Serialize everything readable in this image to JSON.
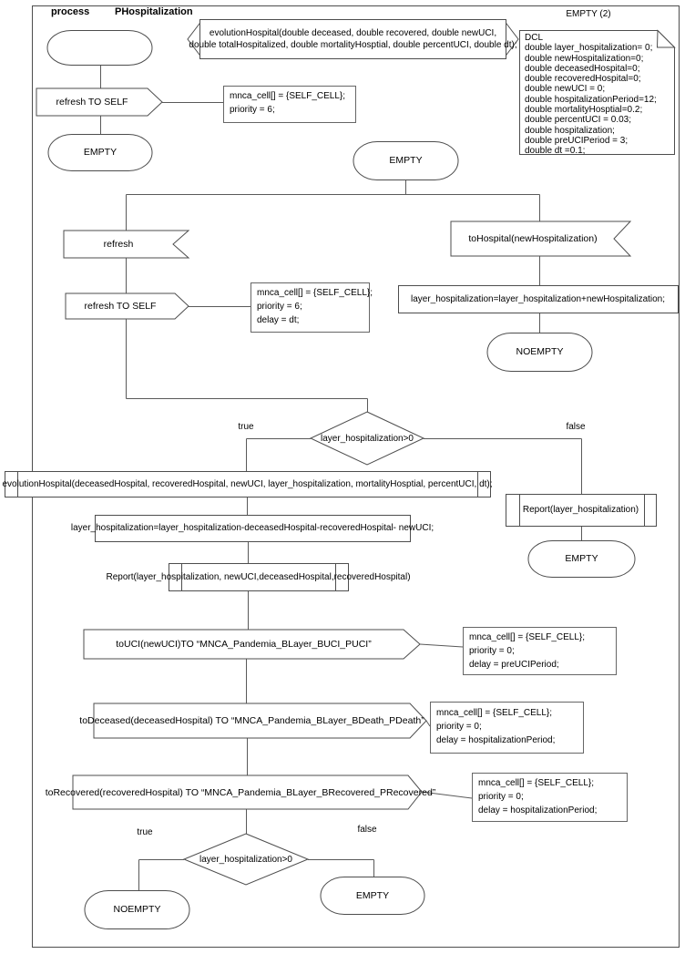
{
  "diagram": {
    "header": {
      "kind": "process",
      "name": "PHospitalization",
      "state_label": "EMPTY (2)"
    },
    "declaration": {
      "lines": [
        "evolutionHospital(double deceased, double recovered, double newUCI,",
        "double totalHospitalized, double mortalityHosptial, double percentUCI, double dt);"
      ]
    },
    "dcl": {
      "lines": [
        "DCL",
        "double layer_hospitalization= 0;",
        "double newHospitalization=0;",
        "double deceasedHospital=0;",
        "double recoveredHospital=0;",
        "double newUCI = 0;",
        "double hospitalizationPeriod=12;",
        "double mortalityHosptial=0.2;",
        "double percentUCI = 0.03;",
        "double hospitalization;",
        "double preUCIPeriod = 3;",
        "double dt =0.1;"
      ]
    },
    "nodes": {
      "sig_refresh_self_top": "refresh TO SELF",
      "state_empty_top": "EMPTY",
      "state_empty_hub": "EMPTY",
      "sig_refresh_in": "refresh",
      "sig_refresh_self_mid": "refresh TO SELF",
      "sig_tohospital_in": "toHospital(newHospitalization)",
      "task_add": "layer_hospitalization=layer_hospitalization+newHospitalization;",
      "state_noempty_right": "NOEMPTY",
      "decision1": "layer_hospitalization>0",
      "call_evolution": "evolutionHospital(deceasedHospital, recoveredHospital, newUCI, layer_hospitalization, mortalityHosptial, percentUCI, dt);",
      "task_subtract": "layer_hospitalization=layer_hospitalization-deceasedHospital-recoveredHospital- newUCI;",
      "call_report_full": "Report(layer_hospitalization, newUCI,deceasedHospital,recoveredHospital)",
      "sig_touci": "toUCI(newUCI)TO “MNCA_Pandemia_BLayer_BUCI_PUCI”",
      "sig_todeceased": "toDeceased(deceasedHospital) TO “MNCA_Pandemia_BLayer_BDeath_PDeath”",
      "sig_torecovered": "toRecovered(recoveredHospital) TO “MNCA_Pandemia_BLayer_BRecovered_PRecovered”",
      "decision2": "layer_hospitalization>0",
      "state_noempty_bottom": "NOEMPTY",
      "state_empty_bottom": "EMPTY",
      "call_report_simple": "Report(layer_hospitalization)",
      "state_empty_report": "EMPTY"
    },
    "labels": {
      "true1": "true",
      "false1": "false",
      "true2": "true",
      "false2": "false"
    },
    "comments": {
      "c1": {
        "lines": [
          "mnca_cell[] = {SELF_CELL};",
          "priority = 6;"
        ]
      },
      "c2": {
        "lines": [
          "mnca_cell[] = {SELF_CELL};",
          "priority = 6;",
          "delay = dt;"
        ]
      },
      "c3": {
        "lines": [
          "mnca_cell[] = {SELF_CELL};",
          "priority = 0;",
          "delay = preUCIPeriod;"
        ]
      },
      "c4": {
        "lines": [
          "mnca_cell[] = {SELF_CELL};",
          "priority = 0;",
          "delay = hospitalizationPeriod;"
        ]
      },
      "c5": {
        "lines": [
          "mnca_cell[] = {SELF_CELL};",
          "priority = 0;",
          "delay = hospitalizationPeriod;"
        ]
      }
    },
    "colors": {
      "stroke": "#4d4d4d",
      "connector": "#595959",
      "comment_border": "#666666",
      "text": "#000000",
      "background": "#ffffff"
    }
  }
}
